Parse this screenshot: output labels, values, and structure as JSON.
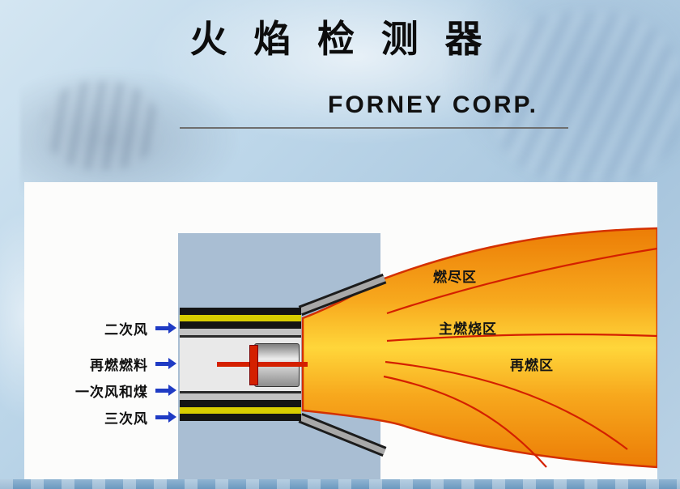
{
  "slide": {
    "title": "火 焰 检 测 器",
    "company": "FORNEY  CORP."
  },
  "diagram": {
    "inlet_labels": [
      "二次风",
      "再燃燃料",
      "一次风和煤",
      "三次风"
    ],
    "zones": [
      "燃尽区",
      "主燃烧区",
      "再燃区"
    ]
  },
  "colors": {
    "arrow_blue": "#1f3bc4",
    "wall_gray_blue": "#a9bed3",
    "stripe_yellow": "#d8cd00",
    "streamline_red": "#d42000",
    "flame_outer": "#ec7d06",
    "flame_mid": "#f7a81d",
    "flame_inner": "#ffd63a"
  }
}
